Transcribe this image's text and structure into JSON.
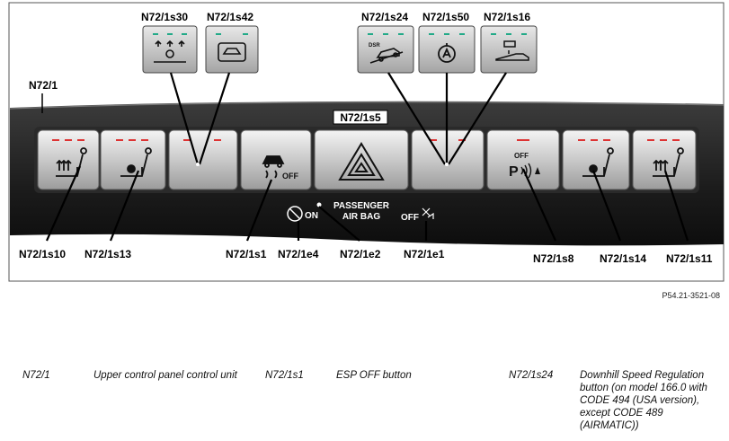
{
  "labels": {
    "n72_1": "N72/1",
    "s30": "N72/1s30",
    "s42": "N72/1s42",
    "s24": "N72/1s24",
    "s50": "N72/1s50",
    "s16": "N72/1s16",
    "s5": "N72/1s5",
    "s10": "N72/1s10",
    "s13": "N72/1s13",
    "s1": "N72/1s1",
    "e4": "N72/1e4",
    "e2": "N72/1e2",
    "e1": "N72/1e1",
    "s8": "N72/1s8",
    "s14": "N72/1s14",
    "s11": "N72/1s11"
  },
  "panel_text": {
    "passenger_line1": "PASSENGER",
    "passenger_line2": "AIR BAG",
    "on": "ON",
    "off_left": "OFF",
    "esp_off": "OFF",
    "pts_off": "OFF",
    "dsr": "DSR"
  },
  "figure_ref": "P54.21-3521-08",
  "legend": [
    {
      "code": "N72/1",
      "desc": "Upper control panel control unit"
    },
    {
      "code": "N72/1s1",
      "desc": "ESP OFF button"
    },
    {
      "code": "N72/1s24",
      "desc": "Downhill Speed Regulation button (on model 166.0 with CODE 494 (USA version), except CODE 489 (AIRMATIC))"
    }
  ]
}
